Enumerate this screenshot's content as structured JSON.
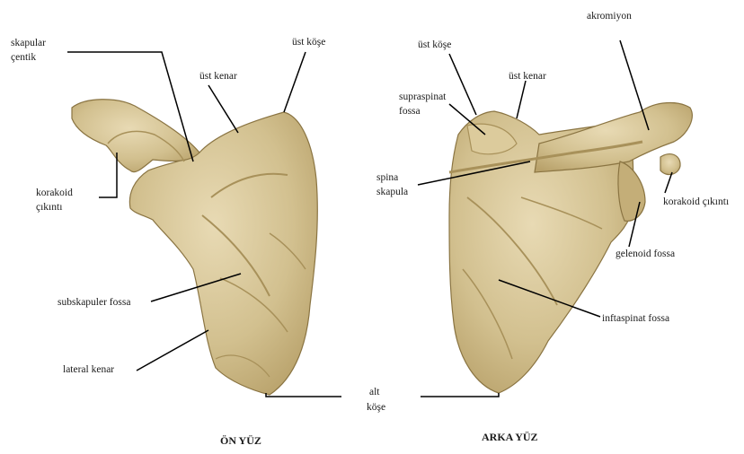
{
  "colors": {
    "bone": "#d2c08f",
    "bone_light": "#e6d8b0",
    "bone_shadow": "#a8915a",
    "bone_edge": "#8a7442",
    "line": "#000000"
  },
  "labels": {
    "skapular_centik_1": "skapular",
    "skapular_centik_2": "çentik",
    "front_ust_kose": "üst köşe",
    "front_ust_kenar": "üst kenar",
    "korakoid_1": "korakoid",
    "korakoid_2": "çıkıntı",
    "subskapuler_fossa": "subskapuler fossa",
    "lateral_kenar": "lateral kenar",
    "alt_kose_1": "alt",
    "alt_kose_2": "köşe",
    "akromiyon": "akromiyon",
    "back_ust_kose": "üst köşe",
    "back_ust_kenar": "üst kenar",
    "supraspinat_1": "supraspinat",
    "supraspinat_2": "fossa",
    "spina_1": "spina",
    "spina_2": "skapula",
    "korakoid_cikinti": "korakoid çıkıntı",
    "gelenoid_fossa": "gelenoid fossa",
    "inftaspinat_fossa": "inftaspinat fossa"
  },
  "captions": {
    "on_yuz": "ÖN YÜZ",
    "arka_yuz": "ARKA YÜZ"
  }
}
